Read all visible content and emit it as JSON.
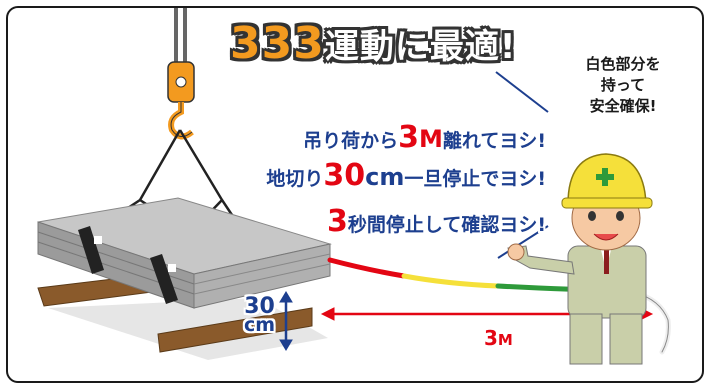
{
  "headline": {
    "number": "333",
    "text": "運動に最適!"
  },
  "note": {
    "line1": "白色部分を",
    "line2": "持って",
    "line3": "安全確保!"
  },
  "rules": [
    {
      "pre": "吊り荷から",
      "num": "3",
      "unit": "M",
      "post": "離れてヨシ!"
    },
    {
      "pre": "地切り",
      "num": "30",
      "unit": "cm",
      "post": "一旦停止でヨシ!"
    },
    {
      "pre": "",
      "num": "3",
      "unit": "",
      "post": "秒間停止して確認ヨシ!"
    }
  ],
  "height_label": {
    "num": "30",
    "unit": "cm"
  },
  "distance_label": {
    "num": "3",
    "unit": "M"
  },
  "colors": {
    "headline_fill": "#f39a1f",
    "text_blue": "#1d3f8f",
    "accent_red": "#e30613",
    "helmet_yellow": "#f5e03a",
    "helmet_cross": "#2e9a3a"
  }
}
